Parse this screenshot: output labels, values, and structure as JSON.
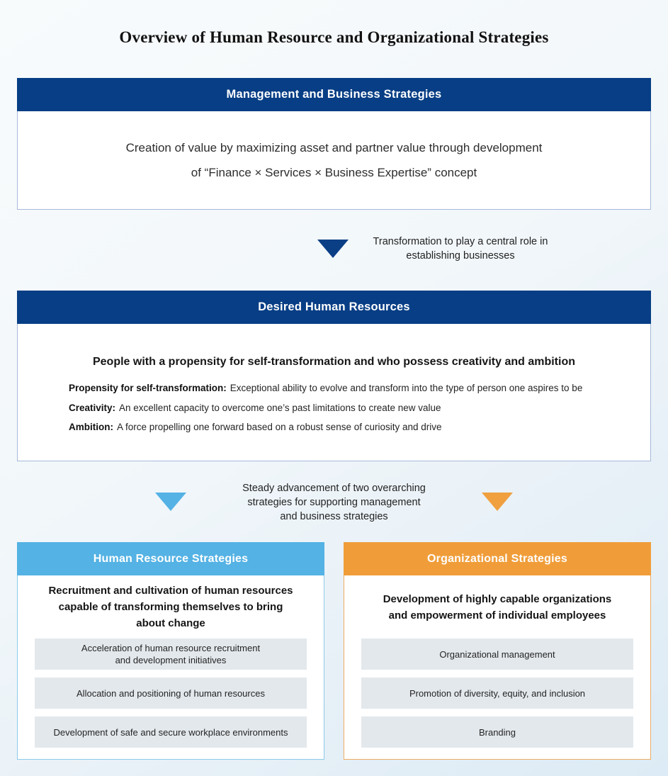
{
  "title": "Overview of Human Resource and Organizational Strategies",
  "management_box": {
    "header": "Management and Business Strategies",
    "body_lines": [
      "Creation of value by maximizing asset and partner value through development",
      "of “Finance × Services × Business Expertise” concept"
    ]
  },
  "transition_main": {
    "lines": [
      "Transformation to play a central role in",
      "establishing businesses"
    ]
  },
  "desired_box": {
    "header": "Desired Human Resources",
    "headline": "People with a propensity for self-transformation and who possess creativity and ambition",
    "items": [
      {
        "term": "Propensity for self-transformation:",
        "desc": "Exceptional ability to evolve and transform into the type of person one aspires to be"
      },
      {
        "term": "Creativity:",
        "desc": "An excellent capacity to overcome one’s past limitations to create new value"
      },
      {
        "term": "Ambition:",
        "desc": "A force propelling one forward based on a robust sense of curiosity and drive"
      }
    ]
  },
  "transition_dual": {
    "lines": [
      "Steady advancement of two overarching",
      "strategies for supporting management",
      "and business strategies"
    ]
  },
  "hr_column": {
    "header": "Human Resource Strategies",
    "subtitle_lines": [
      "Recruitment and cultivation of human resources",
      "capable of transforming themselves to bring",
      "about change"
    ],
    "items": [
      "Acceleration of human resource recruitment\nand development initiatives",
      "Allocation and positioning of human resources",
      "Development of safe and secure workplace environments"
    ]
  },
  "org_column": {
    "header": "Organizational Strategies",
    "subtitle_lines": [
      "Development of highly capable organizations",
      "and empowerment of individual employees"
    ],
    "items": [
      "Organizational management",
      "Promotion of diversity, equity, and inclusion",
      "Branding"
    ]
  },
  "colors": {
    "primary_dark_blue": "#073e85",
    "light_blue": "#54b2e4",
    "orange": "#f09d39",
    "item_gray": "#e3e8ec"
  }
}
